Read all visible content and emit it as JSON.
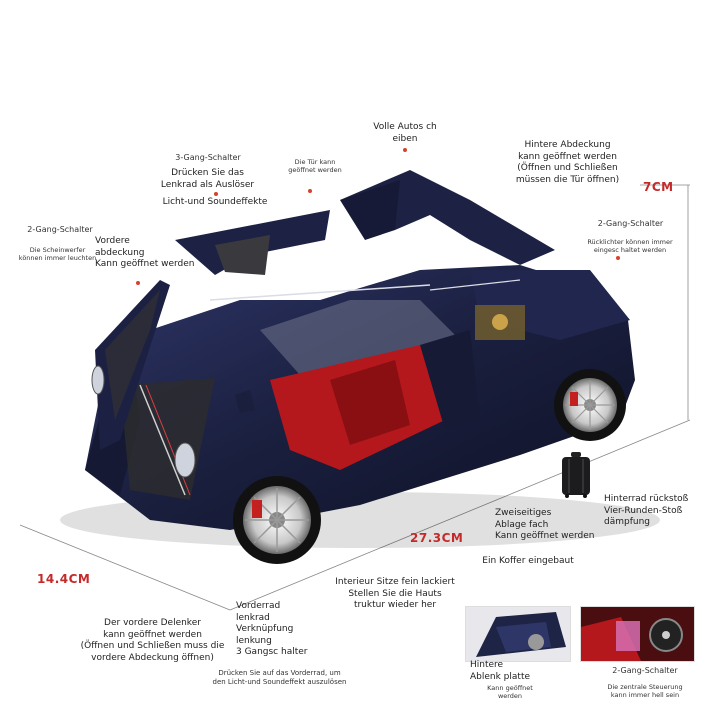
{
  "header_blur": "",
  "dimensions": {
    "height": "7CM",
    "length": "27.3CM",
    "width": "14.4CM"
  },
  "labels": {
    "doors": "Volle Autos ch\neiben",
    "rear_cover": "Hintere Abdeckung\nkann geöffnet werden\n(Öffnen und Schließen\nmüssen die Tür öffnen)",
    "gear3_top_title": "3-Gang-Schalter",
    "gear3_top_desc": "Drücken Sie das\nLenkrad als Auslöser",
    "gear3_top_fx": "Licht-und Soundeffekte",
    "door_open": "Die Tür kann\ngeöffnet werden",
    "gear2_left_title": "2-Gang-Schalter",
    "gear2_left_desc": "Die Scheinwerfer\nkönnen immer leuchten",
    "front_cover": "Vordere\nabdeckung\nKann geöffnet werden",
    "gear2_right_title": "2-Gang-Schalter",
    "gear2_right_desc": "Rücklichter können immer\neingesc haltet werden",
    "storage": "Zweiseitiges\nAblage fach\nKann geöffnet werden",
    "rear_wheel": "Hinterrad rückstoß\nVier-Runden-Stoß\ndämpfung",
    "suitcase": "Ein Koffer eingebaut",
    "interior": "Interieur Sitze fein lackiert\nStellen Sie die Hauts\ntruktur wieder her",
    "front_steer": "Der vordere Delenker\nkann geöffnet werden\n(Öffnen und Schließen muss die\nvordere Abdeckung öffnen)",
    "front_wheel": "Vorderrad\nlenkrad\nVerknüpfung\nlenkung\n3 Gangsc halter",
    "press_desc": "Drücken Sie auf das Vorderrad, um\nden Licht-und Soundeffekt auszulösen",
    "rear_deflector": "Hintere\nAblenk platte",
    "rear_deflector_desc": "Kann geöffnet\nwerden",
    "gear2_bottom_title": "2-Gang-Schalter",
    "gear2_bottom_desc": "Die zentrale Steuerung\nkann immer hell sein"
  },
  "colors": {
    "car_body": "#1e2446",
    "interior": "#b5181c",
    "accent": "#c52a2a",
    "dot": "#d8412f"
  },
  "icons": {
    "car": "sports-car-image",
    "suitcase": "suitcase-icon"
  }
}
